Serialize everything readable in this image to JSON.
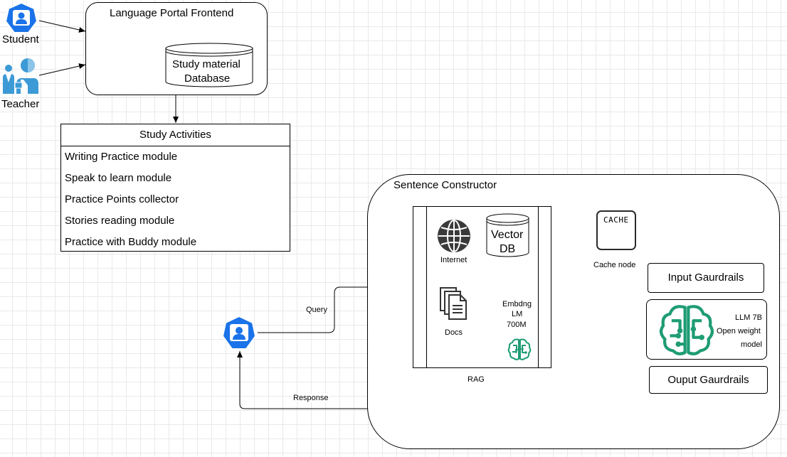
{
  "actors": {
    "student": "Student",
    "teacher": "Teacher"
  },
  "portal": {
    "title": "Language Portal Frontend",
    "database_line1": "Study material",
    "database_line2": "Database"
  },
  "activities": {
    "title": "Study Activities",
    "items": [
      "Writing Practice module",
      "Speak to learn module",
      "Practice Points collector",
      "Stories reading module",
      "Practice with Buddy module"
    ]
  },
  "sentence_constructor": {
    "title": "Sentence Constructor",
    "rag": {
      "label": "RAG",
      "internet": "Internet",
      "vector_db_line1": "Vector",
      "vector_db_line2": "DB",
      "docs": "Docs",
      "embedding_line1": "Embdng",
      "embedding_line2": "LM",
      "embedding_line3": "700M"
    },
    "cache": {
      "icon_text": "CACHE",
      "label": "Cache node"
    },
    "input_guardrails": "Input Gaurdrails",
    "llm_line1": "LLM 7B",
    "llm_line2": "Open weight",
    "llm_line3": "model",
    "output_guardrails": "Ouput Gaurdrails"
  },
  "edges": {
    "query": "Query",
    "response": "Response"
  },
  "colors": {
    "user_icon_blue": "#1a73e8",
    "teacher_blue": "#3c9ad6",
    "llm_green": "#1e9c74",
    "grid": "#e9e9e9"
  }
}
